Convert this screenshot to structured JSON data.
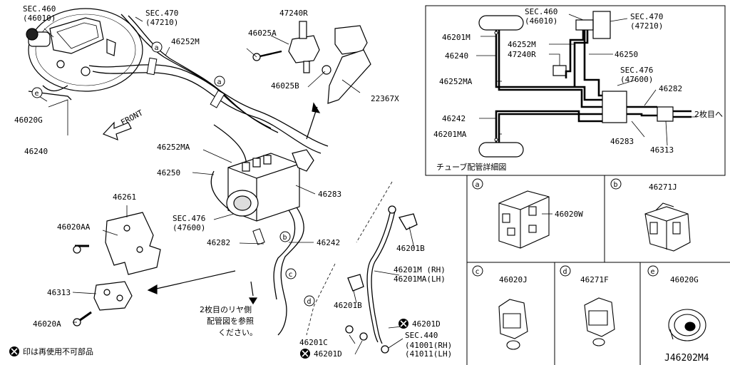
{
  "labels": {
    "sec460": "SEC.460",
    "sec460_sub": "(46010)",
    "sec470": "SEC.470",
    "sec470_sub": "(47210)",
    "p46252M": "46252M",
    "p47240R": "47240R",
    "p46025A": "46025A",
    "p46025B": "46025B",
    "p22367X": "22367X",
    "p46020G_left": "46020G",
    "p46240_left": "46240",
    "front": "FRONT",
    "p46252MA": "46252MA",
    "p46250": "46250",
    "p46283": "46283",
    "sec476": "SEC.476",
    "sec476_sub": "(47600)",
    "p46282": "46282",
    "p46242": "46242",
    "p46261": "46261",
    "p46020AA": "46020AA",
    "p46313": "46313",
    "p46020A": "46020A",
    "p46201B_1": "46201B",
    "p46201M_rh": "46201M (RH)",
    "p46201MA_lh": "46201MA(LH)",
    "p46201B_2": "46201B",
    "jp_note_1": "2枚目のリヤ側",
    "jp_note_2": "配管図を参照",
    "jp_note_3": "ください。",
    "p46201C": "46201C",
    "p46201D_a": "46201D",
    "p46201D_b": "46201D",
    "sec440": "SEC.440",
    "sec440_rh": "(41001(RH)",
    "sec440_lh": "(41011(LH)",
    "legend_note": "印は再使用不可部品",
    "e_letter": "e",
    "a_letter": "a",
    "b_letter": "b",
    "c_letter": "c",
    "d_letter": "d"
  },
  "detail": {
    "sec460": "SEC.460",
    "sec460_sub": "(46010)",
    "sec470": "SEC.470",
    "sec470_sub": "(47210)",
    "p46201M": "46201M",
    "p46252M": "46252M",
    "p47240R": "47240R",
    "p46240": "46240",
    "p46250": "46250",
    "p46252MA": "46252MA",
    "sec476": "SEC.476",
    "sec476_sub": "(47600)",
    "p46282": "46282",
    "p46242": "46242",
    "p46201MA": "46201MA",
    "p46283": "46283",
    "p46313": "46313",
    "jp_second": "2枚目へ",
    "caption": "チューブ配管詳細図"
  },
  "panels": {
    "a_letter": "a",
    "a_part": "46020W",
    "b_letter": "b",
    "b_part": "46271J",
    "c_letter": "c",
    "c_part": "46020J",
    "d_letter": "d",
    "d_part": "46271F",
    "e_letter": "e",
    "e_part": "46020G"
  },
  "diagram_id": "J46202M4"
}
